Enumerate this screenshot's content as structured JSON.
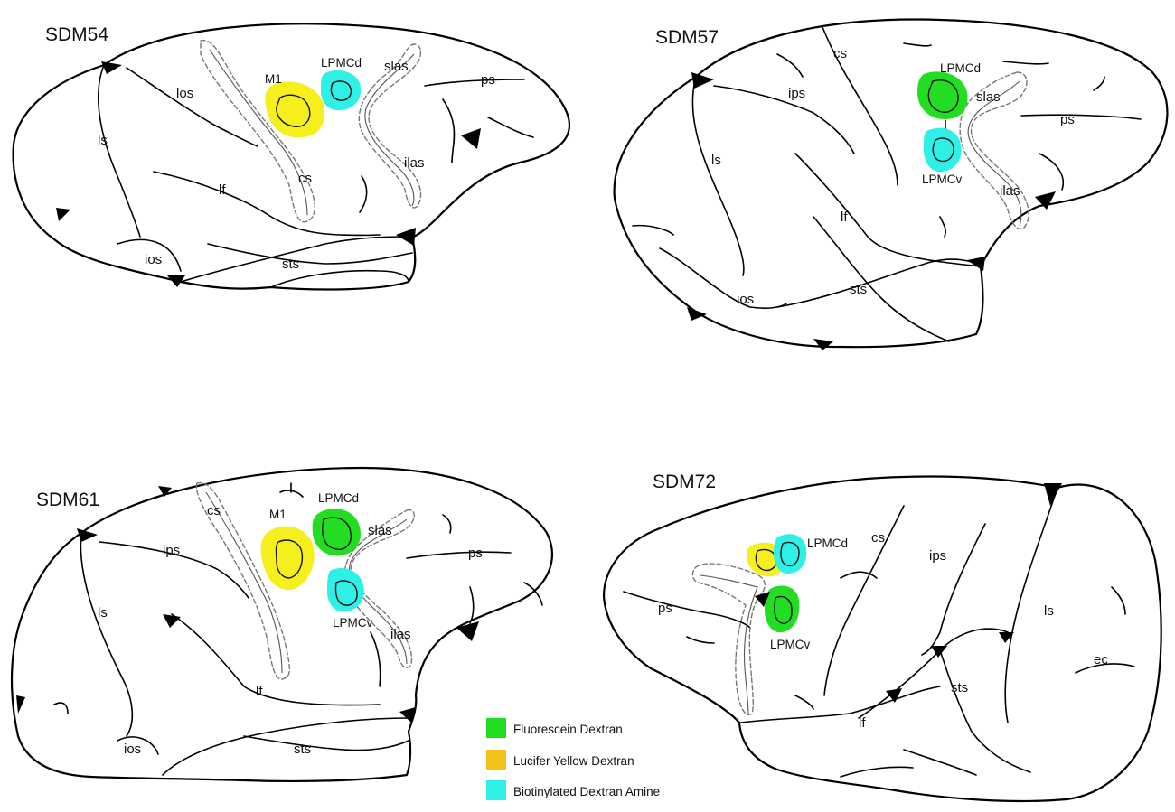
{
  "panels": [
    {
      "id": "SDM54",
      "labels": {
        "ls": "ls",
        "los": "los",
        "lf": "lf",
        "ios": "ios",
        "sts": "sts",
        "cs": "cs",
        "slas": "slas",
        "ilas": "ilas",
        "ps": "ps",
        "M1": "M1",
        "LPMCd": "LPMCd"
      }
    },
    {
      "id": "SDM57",
      "labels": {
        "cs": "cs",
        "ips": "ips",
        "ls": "ls",
        "lf": "lf",
        "ios": "ios",
        "sts": "sts",
        "slas": "slas",
        "ilas": "ilas",
        "ps": "ps",
        "LPMCd": "LPMCd",
        "LPMCv": "LPMCv"
      }
    },
    {
      "id": "SDM61",
      "labels": {
        "cs": "cs",
        "ips": "ips",
        "ls": "ls",
        "lf": "lf",
        "ios": "ios",
        "sts": "sts",
        "slas": "slas",
        "ilas": "ilas",
        "ps": "ps",
        "M1": "M1",
        "LPMCd": "LPMCd",
        "LPMCv": "LPMCv"
      }
    },
    {
      "id": "SDM72",
      "labels": {
        "cs": "cs",
        "ips": "ips",
        "ls": "ls",
        "lf": "lf",
        "sts": "sts",
        "ps": "ps",
        "ec": "ec",
        "LPMCd": "LPMCd",
        "LPMCv": "LPMCv"
      }
    }
  ],
  "legend": [
    {
      "label": "Fluorescein Dextran",
      "color": "#22dd22"
    },
    {
      "label": "Lucifer Yellow Dextran",
      "color": "#f0c419"
    },
    {
      "label": "Biotinylated Dextran Amine",
      "color": "#2ef0e6"
    }
  ],
  "colors": {
    "fluorescein": "#22dd22",
    "lucifer_yellow": "#f5ef1e",
    "bda": "#2ef0e6"
  }
}
